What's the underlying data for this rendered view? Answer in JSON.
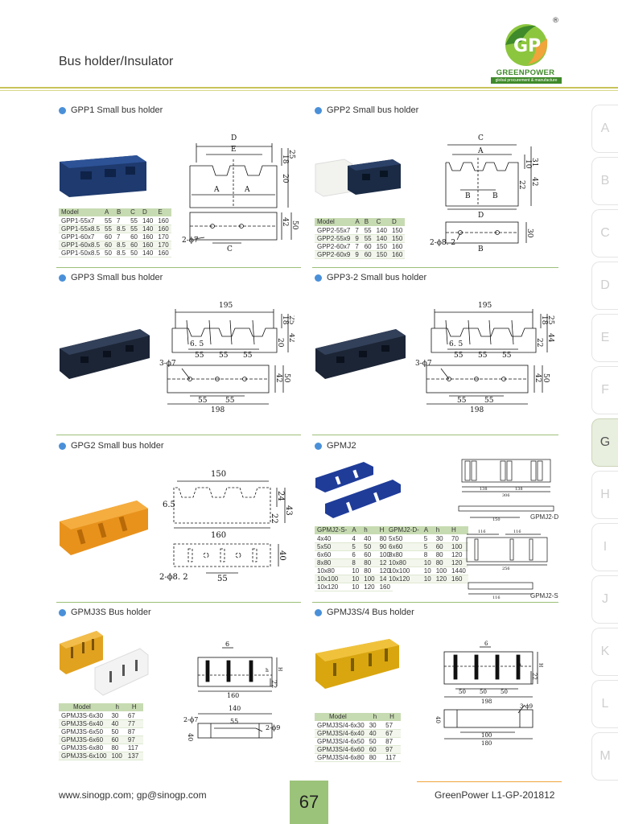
{
  "header": {
    "title": "Bus holder/Insulator"
  },
  "logo": {
    "name": "GREENPOWER",
    "tagline": "global procurement & manufacture",
    "mark": "GP",
    "registered": "®"
  },
  "tabs": [
    "A",
    "B",
    "C",
    "D",
    "E",
    "F",
    "G",
    "H",
    "I",
    "J",
    "K",
    "L",
    "M"
  ],
  "active_tab": "G",
  "sections": {
    "gpp1": {
      "title": "GPP1 Small bus holder",
      "columns": [
        "Model",
        "A",
        "B",
        "C",
        "D",
        "E"
      ],
      "rows": [
        [
          "GPP1-55x7",
          "55",
          "7",
          "55",
          "140",
          "160"
        ],
        [
          "GPP1-55x8.5",
          "55",
          "8.5",
          "55",
          "140",
          "160"
        ],
        [
          "GPP1-60x7",
          "60",
          "7",
          "60",
          "160",
          "170"
        ],
        [
          "GPP1-60x8.5",
          "60",
          "8.5",
          "60",
          "160",
          "170"
        ],
        [
          "GPP1-50x8.5",
          "50",
          "8.5",
          "50",
          "140",
          "160"
        ]
      ],
      "dims": {
        "d": "D",
        "a": "A",
        "c": "C",
        "e": "E",
        "h1": "18",
        "h2": "25",
        "h3": "20",
        "w1": "42",
        "w2": "50",
        "hole": "2-ϕ7"
      }
    },
    "gpp2": {
      "title": "GPP2 Small bus holder",
      "columns": [
        "Model",
        "A",
        "B",
        "C",
        "D"
      ],
      "rows": [
        [
          "GPP2-55x7",
          "7",
          "55",
          "140",
          "150"
        ],
        [
          "GPP2-55x9",
          "9",
          "55",
          "140",
          "150"
        ],
        [
          "GPP2-60x7",
          "7",
          "60",
          "150",
          "160"
        ],
        [
          "GPP2-60x9",
          "9",
          "60",
          "150",
          "160"
        ]
      ],
      "dims": {
        "c": "C",
        "a": "A",
        "b": "B",
        "d": "D",
        "h1": "10",
        "h2": "31",
        "h3": "22",
        "h4": "42",
        "w": "30",
        "hole": "2-ϕ8. 2"
      }
    },
    "gpp3": {
      "title": "GPP3 Small bus holder",
      "dims": {
        "top": "195",
        "bottom": "198",
        "s1": "55",
        "s2": "55",
        "s3": "55",
        "b1": "55",
        "b2": "55",
        "h1": "18",
        "h2": "25",
        "h3": "20",
        "h4": "42",
        "w1": "42",
        "w2": "50",
        "r": "6. 5",
        "hole": "3-ϕ7"
      }
    },
    "gpp32": {
      "title": "GPP3-2 Small bus holder",
      "dims": {
        "top": "195",
        "bottom": "198",
        "s1": "55",
        "s2": "55",
        "s3": "55",
        "b1": "55",
        "b2": "55",
        "h1": "18",
        "h2": "25",
        "h3": "22",
        "h4": "44",
        "w1": "42",
        "w2": "50",
        "r": "6. 5",
        "hole": "3-ϕ7"
      }
    },
    "gpg2": {
      "title": "GPG2 Small bus holder",
      "dims": {
        "top": "150",
        "mid": "160",
        "bottom": "55",
        "r": "6.5",
        "h1": "24",
        "h2": "22",
        "h3": "43",
        "w": "40",
        "hole": "2-ϕ8. 2"
      }
    },
    "gpmj2": {
      "title": "GPMJ2",
      "columns_s": [
        "GPMJ2-S-",
        "A",
        "h",
        "H"
      ],
      "rows_s": [
        [
          "4x40",
          "4",
          "40",
          "80"
        ],
        [
          "5x50",
          "5",
          "50",
          "90"
        ],
        [
          "6x60",
          "6",
          "60",
          "100"
        ],
        [
          "8x80",
          "8",
          "80",
          "120"
        ],
        [
          "10x80",
          "10",
          "80",
          "120"
        ],
        [
          "10x100",
          "10",
          "100",
          "140"
        ],
        [
          "10x120",
          "10",
          "120",
          "160"
        ]
      ],
      "columns_d": [
        "GPMJ2-D-",
        "A",
        "h",
        "H"
      ],
      "rows_d": [
        [
          "5x50",
          "5",
          "30",
          "70"
        ],
        [
          "6x60",
          "5",
          "60",
          "100"
        ],
        [
          "8x80",
          "8",
          "80",
          "120"
        ],
        [
          "10x80",
          "10",
          "80",
          "120"
        ],
        [
          "10x100",
          "10",
          "100",
          "1440"
        ],
        [
          "10x120",
          "10",
          "120",
          "160"
        ]
      ],
      "label_d": "GPMJ2-D",
      "label_s": "GPMJ2-S",
      "dims": {
        "d1": "138",
        "d2": "138",
        "d3": "306",
        "d4": "150",
        "d5": "116",
        "d6": "116",
        "d7": "256",
        "d8": "116"
      }
    },
    "gpmj3s": {
      "title": "GPMJ3S Bus holder",
      "columns": [
        "Model",
        "h",
        "H"
      ],
      "rows": [
        [
          "GPMJ3S-6x30",
          "30",
          "67"
        ],
        [
          "GPMJ3S-6x40",
          "40",
          "77"
        ],
        [
          "GPMJ3S-6x50",
          "50",
          "87"
        ],
        [
          "GPMJ3S-6x60",
          "60",
          "97"
        ],
        [
          "GPMJ3S-6x80",
          "80",
          "117"
        ],
        [
          "GPMJ3S-6x100",
          "100",
          "137"
        ]
      ],
      "dims": {
        "t": "6",
        "w1": "160",
        "w2": "140",
        "w3": "55",
        "h1": "22",
        "hw": "40",
        "hole1": "2-ϕ7",
        "hole2": "2-ϕ9"
      }
    },
    "gpmj3s4": {
      "title": "GPMJ3S/4 Bus holder",
      "columns": [
        "Model",
        "h",
        "H"
      ],
      "rows": [
        [
          "GPMJ3S/4-6x30",
          "30",
          "57"
        ],
        [
          "GPMJ3S/4-6x40",
          "40",
          "67"
        ],
        [
          "GPMJ3S/4-6x50",
          "50",
          "87"
        ],
        [
          "GPMJ3S/4-6x60",
          "60",
          "97"
        ],
        [
          "GPMJ3S/4-6x80",
          "80",
          "117"
        ]
      ],
      "dims": {
        "t": "6",
        "s1": "50",
        "s2": "50",
        "s3": "50",
        "w1": "198",
        "w2": "100",
        "w3": "180",
        "h1": "22",
        "hw": "40",
        "hole": "3-ϕ9"
      }
    }
  },
  "footer": {
    "url": "www.sinogp.com;  gp@sinogp.com",
    "page": "67",
    "code": "GreenPower  L1-GP-201812"
  }
}
